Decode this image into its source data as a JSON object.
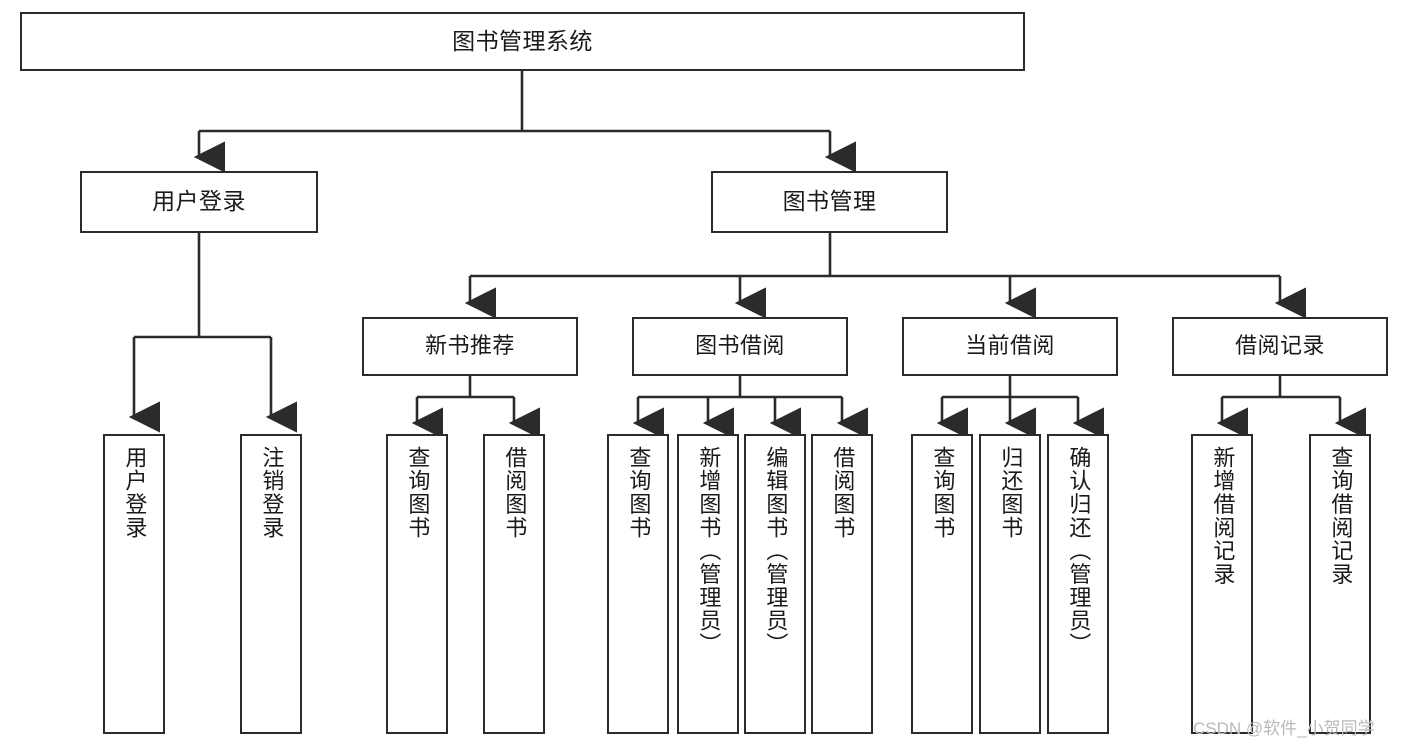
{
  "diagram": {
    "title": "图书管理系统",
    "type": "function-hierarchy-tree",
    "root": {
      "label": "图书管理系统"
    },
    "level2": [
      {
        "label": "用户登录"
      },
      {
        "label": "图书管理"
      }
    ],
    "level3": [
      {
        "label": "新书推荐"
      },
      {
        "label": "图书借阅"
      },
      {
        "label": "当前借阅"
      },
      {
        "label": "借阅记录"
      }
    ],
    "leaves": {
      "user_login": [
        {
          "label": "用户登录"
        },
        {
          "label": "注销登录"
        }
      ],
      "new_book_recommend": [
        {
          "label": "查询图书"
        },
        {
          "label": "借阅图书"
        }
      ],
      "book_borrow": [
        {
          "label": "查询图书"
        },
        {
          "label": "新增图书（管理员）"
        },
        {
          "label": "编辑图书（管理员）"
        },
        {
          "label": "借阅图书"
        }
      ],
      "current_borrow": [
        {
          "label": "查询图书"
        },
        {
          "label": "归还图书"
        },
        {
          "label": "确认归还（管理员）"
        }
      ],
      "borrow_record": [
        {
          "label": "新增借阅记录"
        },
        {
          "label": "查询借阅记录"
        }
      ]
    }
  },
  "watermark": {
    "text": "CSDN @软件_小贺同学"
  },
  "colors": {
    "border": "#2b2b2b",
    "text": "#1a1a1a",
    "background": "#ffffff",
    "watermark": "#b9b9b9"
  }
}
